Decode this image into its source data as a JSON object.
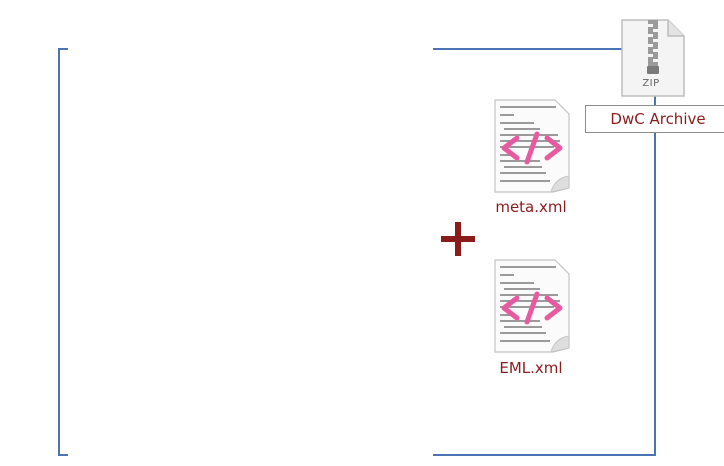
{
  "archive": {
    "zip_label": "ZIP",
    "label": "DwC Archive",
    "icon": "zip-file-icon"
  },
  "files": [
    {
      "name": "meta.xml",
      "icon": "xml-file-icon"
    },
    {
      "name": "EML.xml",
      "icon": "xml-file-icon"
    }
  ],
  "colors": {
    "frame": "#4a74b5",
    "accent": "#8b1c1c",
    "xml_brackets": "#e85aa0"
  }
}
